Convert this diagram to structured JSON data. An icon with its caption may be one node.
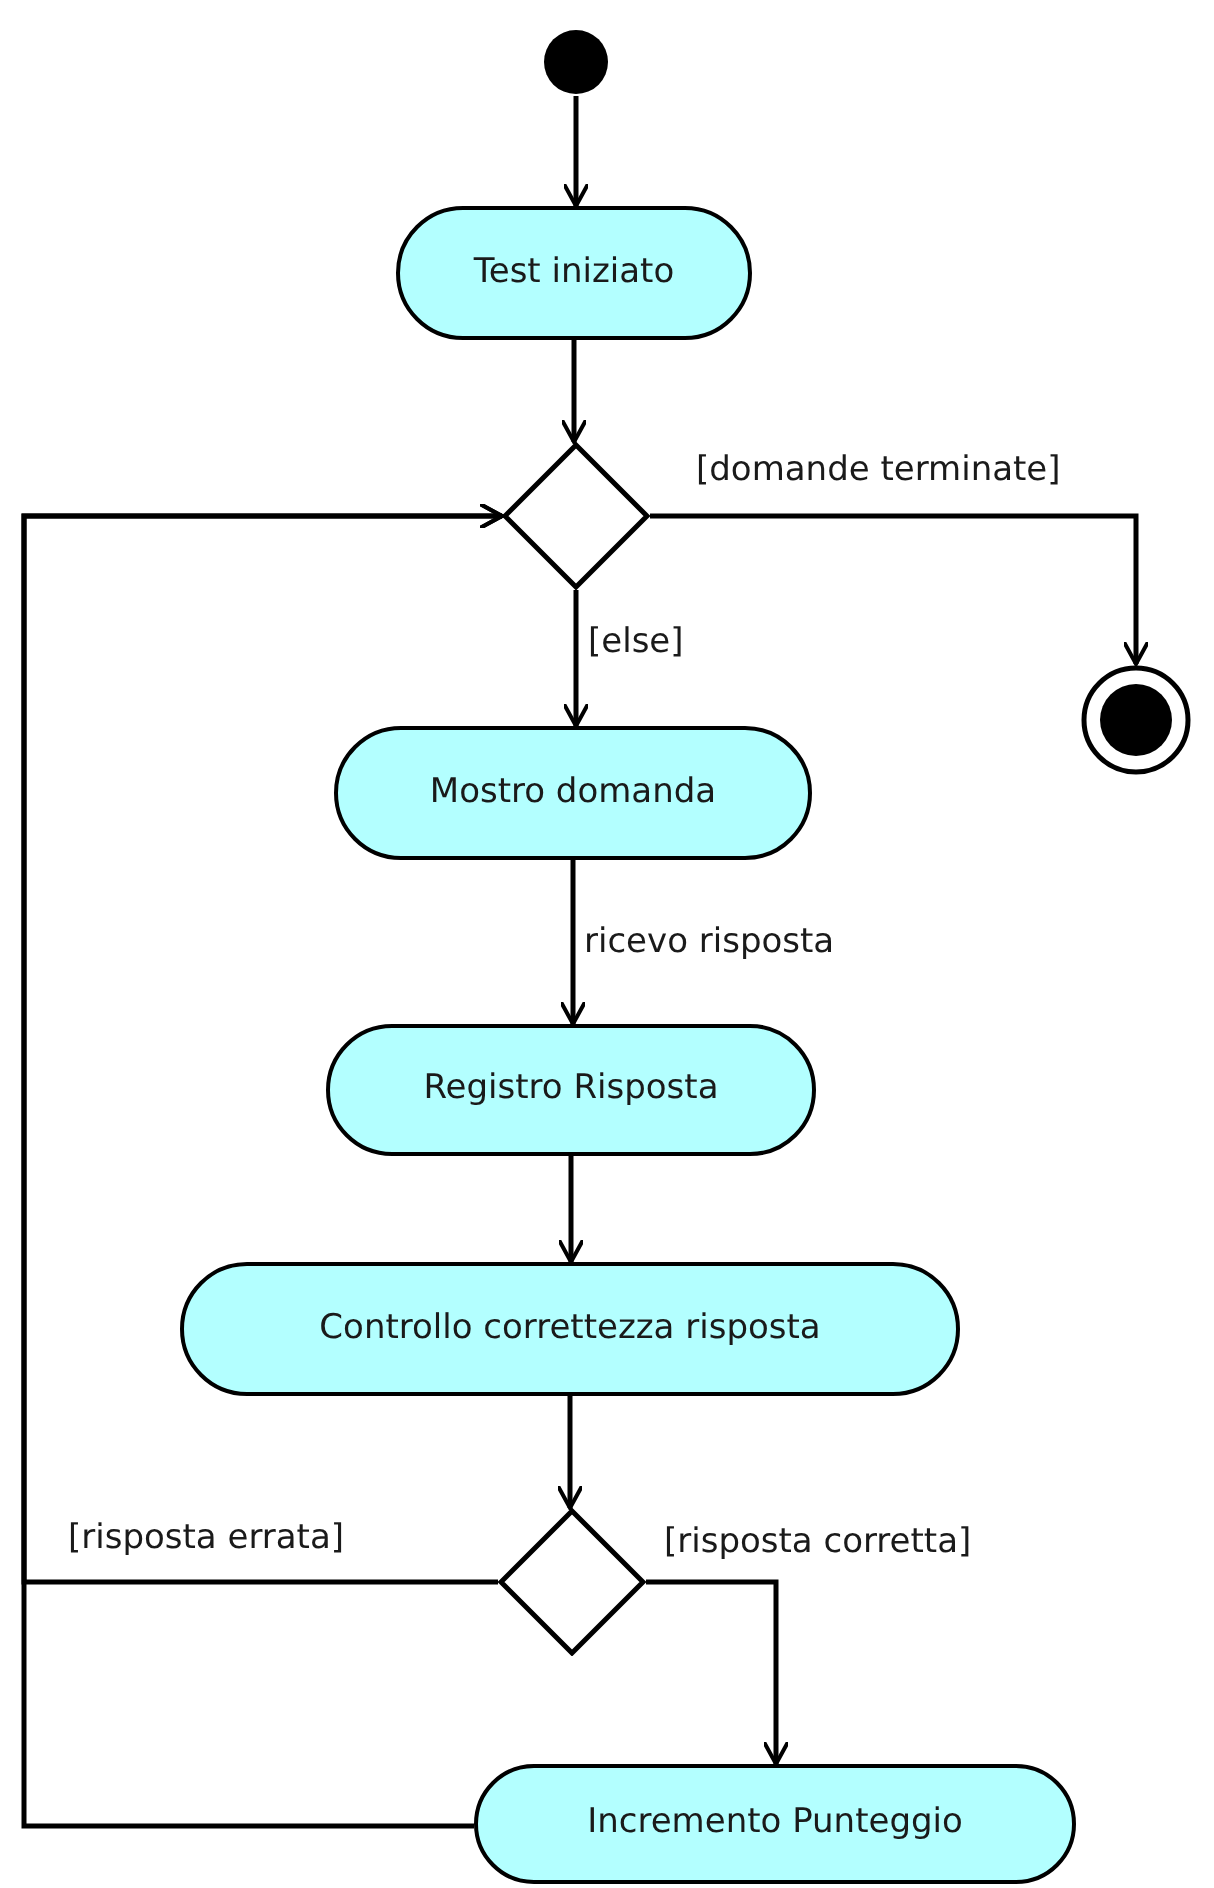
{
  "diagram": {
    "nodes": [
      {
        "text": [],
        "shape": "circle"
      },
      {
        "text": [
          "Test iniziato"
        ]
      },
      {
        "text": [],
        "shape": "diamond"
      },
      {
        "text": [],
        "shape": "bullseye"
      },
      {
        "text": [
          "Mostro domanda"
        ]
      },
      {
        "text": [
          "Registro Risposta"
        ]
      },
      {
        "text": [
          "Controllo correttezza risposta"
        ]
      },
      {
        "text": [],
        "shape": "diamond"
      },
      {
        "text": [
          "Incremento Punteggio"
        ]
      }
    ],
    "edges": [
      {
        "from": 0,
        "to": 1,
        "arrow": "to"
      },
      {
        "from": 1,
        "to": 2,
        "arrow": "to"
      },
      {
        "from": 2,
        "to": 3,
        "arrow": "to",
        "label": "[domande terminate]"
      },
      {
        "from": 2,
        "to": 4,
        "arrow": "to",
        "label": "[else]"
      },
      {
        "from": 4,
        "to": 5,
        "arrow": "to",
        "label": "ricevo risposta"
      },
      {
        "from": 5,
        "to": 6,
        "arrow": "to"
      },
      {
        "from": 6,
        "to": 7,
        "arrow": "to"
      },
      {
        "from": 7,
        "to": 2,
        "arrow": "to",
        "label": "[risposta errata]"
      },
      {
        "from": 7,
        "to": 8,
        "arrow": "to",
        "label": "[risposta corretta]"
      },
      {
        "from": 8,
        "to": 2,
        "arrow": "to"
      }
    ]
  }
}
